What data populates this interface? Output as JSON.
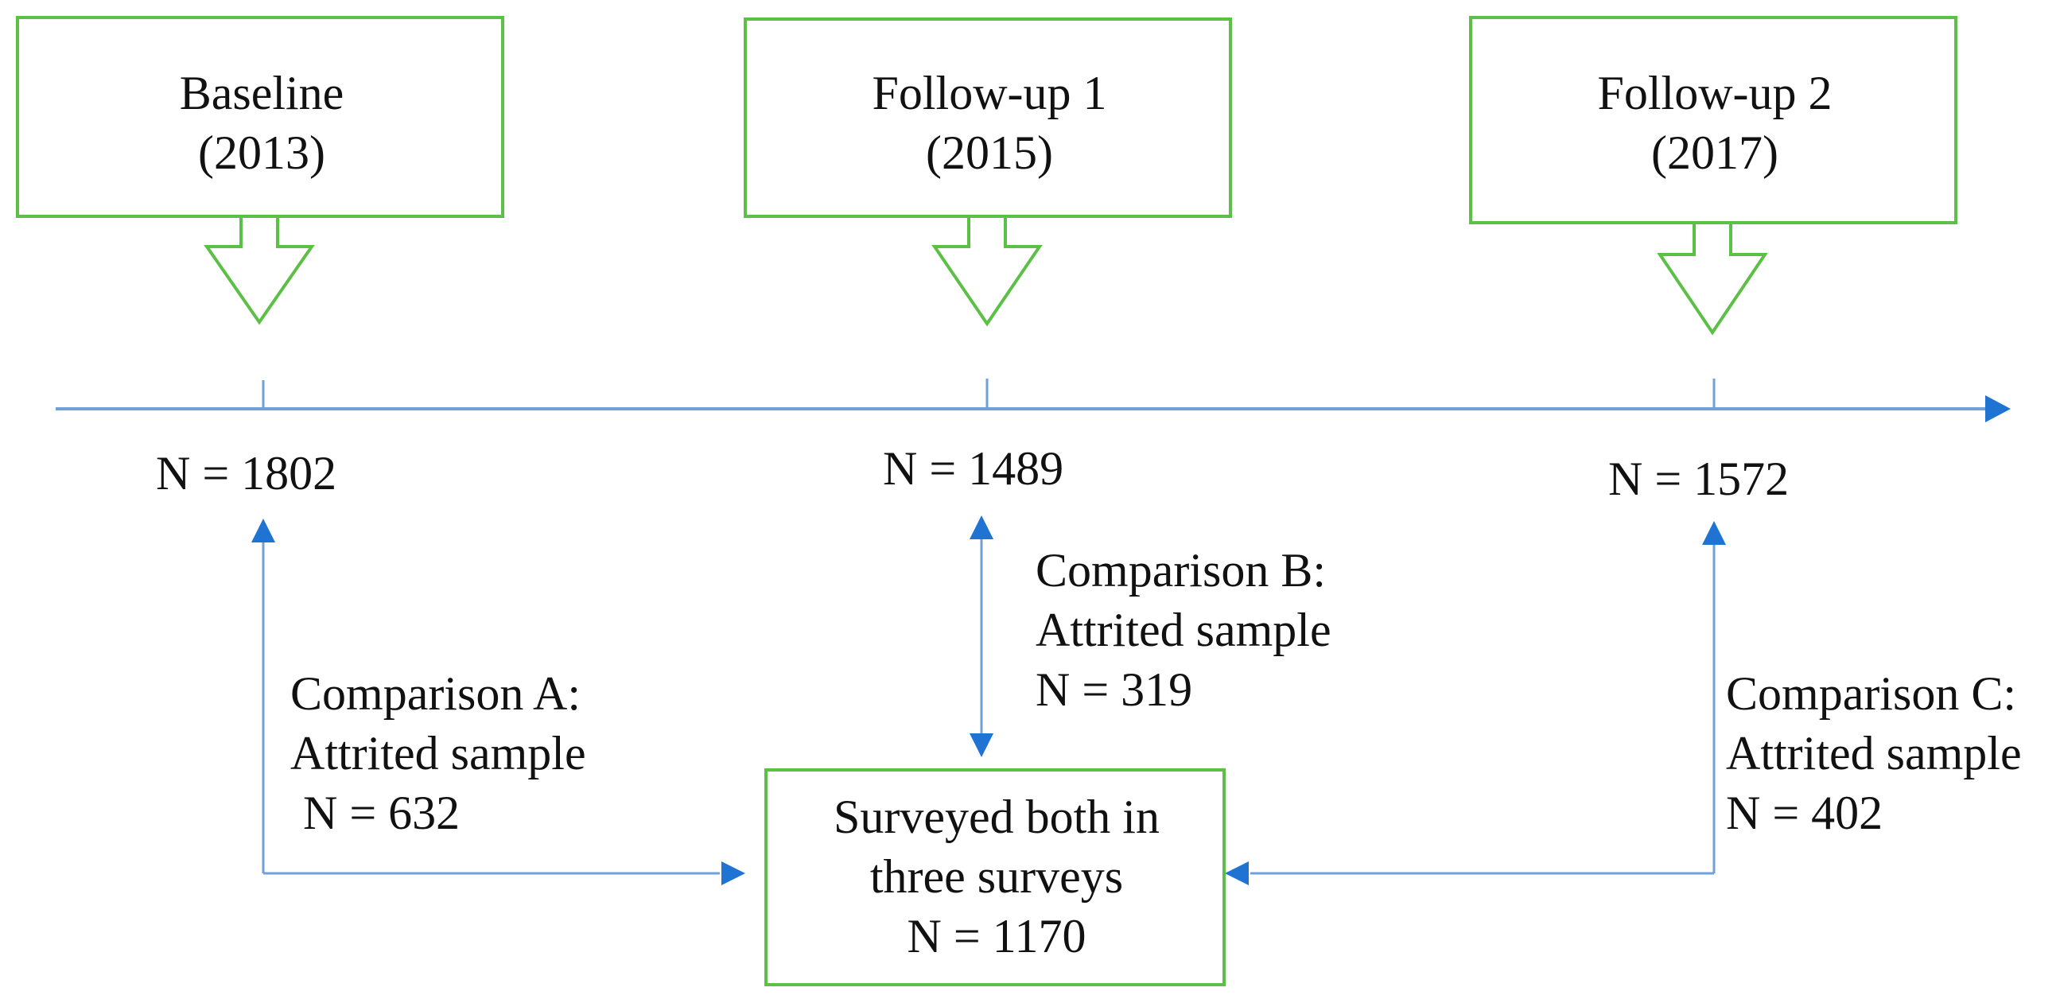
{
  "colors": {
    "box_border": "#5cbf46",
    "timeline": "#6fa0d8",
    "arrow": "#1f73d2",
    "text": "#111111"
  },
  "surveys": [
    {
      "title": "Baseline",
      "year": "(2013)",
      "n": "N = 1802"
    },
    {
      "title": "Follow-up 1",
      "year": "(2015)",
      "n": "N = 1489"
    },
    {
      "title": "Follow-up 2",
      "year": "(2017)",
      "n": "N = 1572"
    }
  ],
  "comparisons": [
    {
      "title": "Comparison A:",
      "sample": "Attrited sample",
      "n": "N = 632"
    },
    {
      "title": "Comparison B:",
      "sample": "Attrited sample",
      "n": "N = 319"
    },
    {
      "title": "Comparison C:",
      "sample": "Attrited sample",
      "n": "N = 402"
    }
  ],
  "panel": {
    "line1": "Surveyed both in",
    "line2": "three surveys",
    "n": "N = 1170"
  }
}
